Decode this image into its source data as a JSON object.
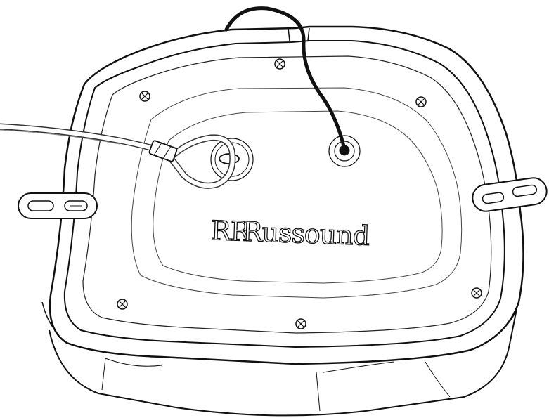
{
  "diagram": {
    "brand_label": "Russound",
    "logo_mark": "RR",
    "parts": [
      "speaker-housing-back",
      "safety-cable",
      "speaker-wire",
      "mounting-tab-left",
      "mounting-tab-right",
      "housing-screw"
    ]
  },
  "colors": {
    "line": "#111111",
    "cable": "#333333",
    "background": "#ffffff"
  }
}
